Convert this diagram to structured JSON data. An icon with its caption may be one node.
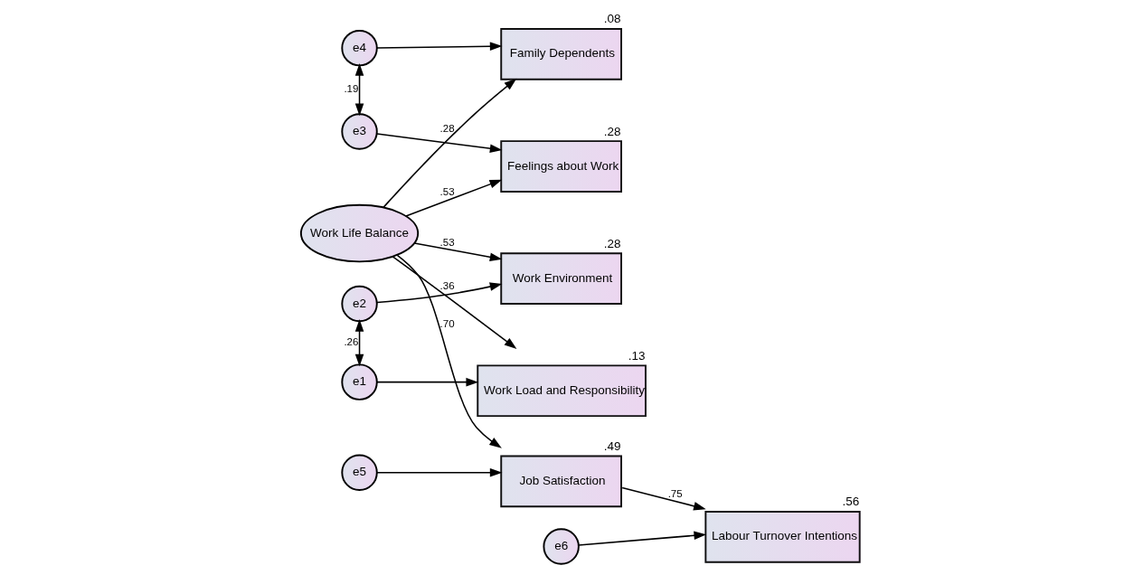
{
  "diagram": {
    "nodes": [
      {
        "text": [
          "e1"
        ]
      },
      {
        "text": [
          "e2"
        ]
      },
      {
        "text": [
          "e3"
        ]
      },
      {
        "text": [
          "e4"
        ]
      },
      {
        "text": [
          "Work Load and Responsibility"
        ],
        "beside": [
          ".13"
        ]
      },
      {
        "text": [
          "Work Environment"
        ],
        "beside": [
          ".28"
        ]
      },
      {
        "text": [
          "Feelings about Work"
        ],
        "beside": [
          ".28"
        ]
      },
      {
        "text": [
          "Family Dependents"
        ],
        "beside": [
          ".08"
        ]
      },
      {
        "text": [
          "Work Life Balance"
        ]
      },
      {
        "text": [
          "e5"
        ]
      },
      {
        "text": [
          "Job Satisfaction"
        ],
        "beside": [
          ".49"
        ]
      },
      {
        "text": [
          "e6"
        ]
      },
      {
        "text": [
          "Labour Turnover Intentions"
        ],
        "beside": [
          ".56"
        ]
      }
    ],
    "edges": [
      {
        "from": 0,
        "to": 4,
        "arrow": "to"
      },
      {
        "from": 1,
        "to": 5,
        "arrow": "to"
      },
      {
        "from": 2,
        "to": 6,
        "arrow": "to"
      },
      {
        "from": 3,
        "to": 7,
        "arrow": "to"
      },
      {
        "from": 0,
        "to": 1,
        "arrow": "both",
        "label": ".26"
      },
      {
        "from": 2,
        "to": 3,
        "arrow": "both",
        "label": ".19"
      },
      {
        "from": 8,
        "to": 4,
        "arrow": "to",
        "label": ".36"
      },
      {
        "from": 8,
        "to": 5,
        "arrow": "to",
        "label": ".53"
      },
      {
        "from": 8,
        "to": 6,
        "arrow": "to",
        "label": ".53"
      },
      {
        "from": 8,
        "to": 7,
        "arrow": "to",
        "label": ".28"
      },
      {
        "from": 8,
        "to": 10,
        "arrow": "to",
        "label": ".70"
      },
      {
        "from": 9,
        "to": 10,
        "arrow": "to"
      },
      {
        "from": 10,
        "to": 12,
        "arrow": "to",
        "label": ".75"
      },
      {
        "from": 11,
        "to": 12,
        "arrow": "to"
      }
    ]
  }
}
